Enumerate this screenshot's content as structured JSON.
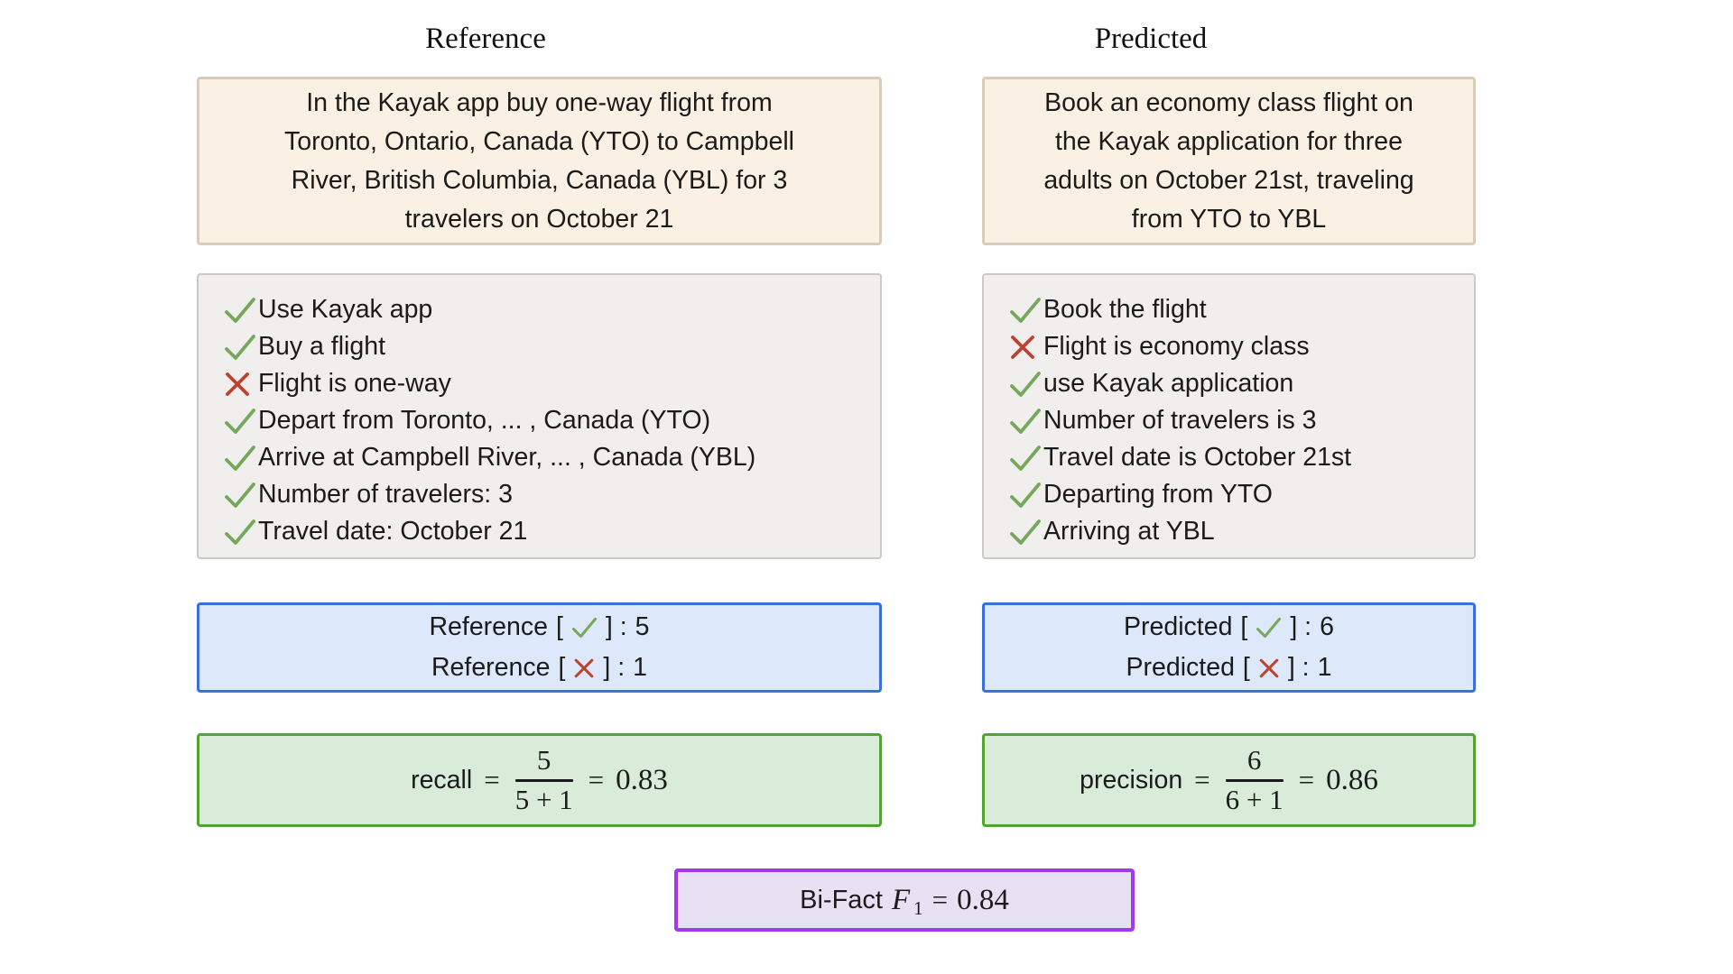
{
  "reference": {
    "title": "Reference",
    "task_lines": [
      "In the Kayak app buy one-way flight from",
      "Toronto, Ontario, Canada (YTO) to Campbell",
      "River, British Columbia, Canada (YBL) for 3",
      "travelers on October 21"
    ],
    "facts": [
      {
        "icon": "check",
        "text": "Use Kayak app"
      },
      {
        "icon": "check",
        "text": "Buy a flight"
      },
      {
        "icon": "cross",
        "text": "Flight is one-way"
      },
      {
        "icon": "check",
        "text": "Depart from Toronto, ... , Canada (YTO)"
      },
      {
        "icon": "check",
        "text": "Arrive at Campbell River, ... , Canada (YBL)"
      },
      {
        "icon": "check",
        "text": "Number of travelers: 3"
      },
      {
        "icon": "check",
        "text": "Travel date: October 21"
      }
    ],
    "counts": [
      {
        "label": "Reference",
        "icon": "check",
        "value": "5"
      },
      {
        "label": "Reference",
        "icon": "cross",
        "value": "1"
      }
    ],
    "metric": {
      "label": "recall",
      "numerator": "5",
      "denominator": "5 + 1",
      "value": "0.83"
    }
  },
  "predicted": {
    "title": "Predicted",
    "task_lines": [
      "Book an economy class flight on",
      "the Kayak application for three",
      "adults on October 21st, traveling",
      "from YTO to YBL"
    ],
    "facts": [
      {
        "icon": "check",
        "text": "Book the flight"
      },
      {
        "icon": "cross",
        "text": "Flight is economy class"
      },
      {
        "icon": "check",
        "text": "use Kayak application"
      },
      {
        "icon": "check",
        "text": "Number of travelers is 3"
      },
      {
        "icon": "check",
        "text": "Travel date is October 21st"
      },
      {
        "icon": "check",
        "text": "Departing from YTO"
      },
      {
        "icon": "check",
        "text": "Arriving at YBL"
      }
    ],
    "counts": [
      {
        "label": "Predicted",
        "icon": "check",
        "value": "6"
      },
      {
        "label": "Predicted",
        "icon": "cross",
        "value": "1"
      }
    ],
    "metric": {
      "label": "precision",
      "numerator": "6",
      "denominator": "6 + 1",
      "value": "0.86"
    }
  },
  "f1": {
    "label": "Bi-Fact",
    "var": "F",
    "sub": "1",
    "value": "0.84"
  },
  "symbols": {
    "open": "[",
    "close": "] :",
    "eq": "="
  },
  "colors": {
    "task_fill": "#faf1e4",
    "task_border": "#d8cdbb",
    "facts_fill": "#f0efee",
    "facts_border": "#c9c9c7",
    "counts_fill": "#dde9fb",
    "counts_border": "#3a70dd",
    "metric_fill": "#d9ecd9",
    "metric_border": "#55a233",
    "f1_fill": "#e7e1f4",
    "f1_border": "#a438ef",
    "check_green": "#76a85c",
    "cross_red": "#bb4330"
  }
}
